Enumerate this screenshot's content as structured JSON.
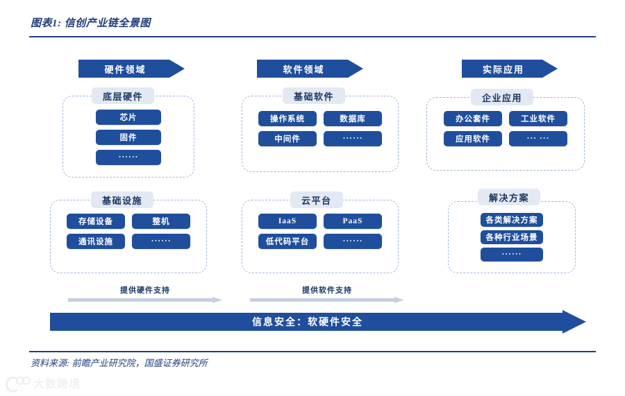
{
  "header": {
    "figure_title": "图表1: 信创产业链全景图"
  },
  "footer": {
    "source": "资料来源: 前瞻产业研究院，国盛证券研究所",
    "watermark": "大数跨境"
  },
  "colors": {
    "primary_blue": "#1F4E9C",
    "title_blue": "#1F3E7C",
    "dashed_border": "#9fb4d8",
    "chip_bg": "#e3e9f3",
    "support_gray": "#c5cfe0"
  },
  "columns": [
    {
      "id": "hardware",
      "header": "硬件领域",
      "groups": [
        {
          "id": "bottom-hardware",
          "title": "底层硬件",
          "layout": "single",
          "items": [
            "芯片",
            "固件",
            "······"
          ]
        },
        {
          "id": "infrastructure",
          "title": "基础设施",
          "layout": "double",
          "items": [
            "存储设备",
            "整机",
            "通讯设施",
            "······"
          ]
        }
      ]
    },
    {
      "id": "software",
      "header": "软件领域",
      "groups": [
        {
          "id": "basic-software",
          "title": "基础软件",
          "layout": "double",
          "items": [
            "操作系统",
            "数据库",
            "中间件",
            "······"
          ]
        },
        {
          "id": "cloud-platform",
          "title": "云平台",
          "layout": "double",
          "items": [
            "IaaS",
            "PaaS",
            "低代码平台",
            "······"
          ]
        }
      ]
    },
    {
      "id": "application",
      "header": "实际应用",
      "groups": [
        {
          "id": "enterprise-application",
          "title": "企业应用",
          "layout": "double",
          "items": [
            "办公套件",
            "工业软件",
            "应用软件",
            "··· ···"
          ]
        },
        {
          "id": "solutions",
          "title": "解决方案",
          "layout": "single",
          "items": [
            "各类解决方案",
            "各种行业场景",
            "······"
          ]
        }
      ]
    }
  ],
  "support_arrows": [
    {
      "id": "hardware-support",
      "label": "提供硬件支持"
    },
    {
      "id": "software-support",
      "label": "提供软件支持"
    }
  ],
  "banner": {
    "label": "信息安全：软硬件安全"
  }
}
